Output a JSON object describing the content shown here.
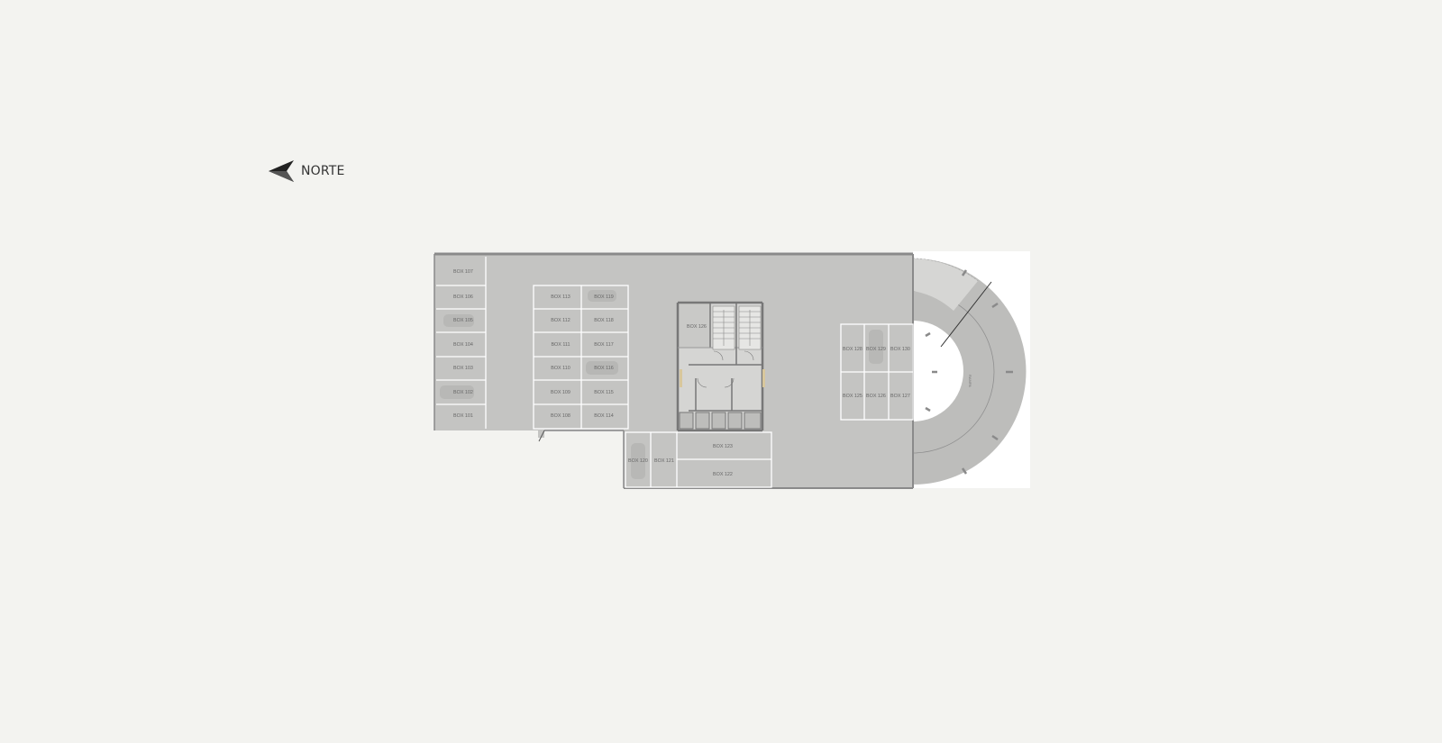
{
  "north": {
    "label": "NORTE",
    "icon": "north-arrow-icon"
  },
  "colors": {
    "background": "#f3f3f0",
    "floor": "#c4c4c2",
    "wall": "#8a8a8a",
    "lines": "#ffffff",
    "ramp": "#bdbdbb",
    "exterior": "#ffffff"
  },
  "parking": {
    "west_column": [
      "BOX 107",
      "BOX 106",
      "BOX 105",
      "BOX 104",
      "BOX 103",
      "BOX 102",
      "BOX 101"
    ],
    "middle_left_column": [
      "BOX 113",
      "BOX 112",
      "BOX 111",
      "BOX 110",
      "BOX 109",
      "BOX 108"
    ],
    "middle_right_column": [
      "BOX 119",
      "BOX 118",
      "BOX 117",
      "BOX 116",
      "BOX 115",
      "BOX 114"
    ],
    "core_box": "BOX 126",
    "south_small": [
      "BOX 120",
      "BOX 121"
    ],
    "south_long": [
      "BOX 123",
      "BOX 122"
    ],
    "east_top": [
      "BOX 128",
      "BOX 129",
      "BOX 130"
    ],
    "east_bottom": [
      "BOX 125",
      "BOX 126",
      "BOX 127"
    ]
  },
  "ramp": {
    "label": "RAMPA"
  }
}
